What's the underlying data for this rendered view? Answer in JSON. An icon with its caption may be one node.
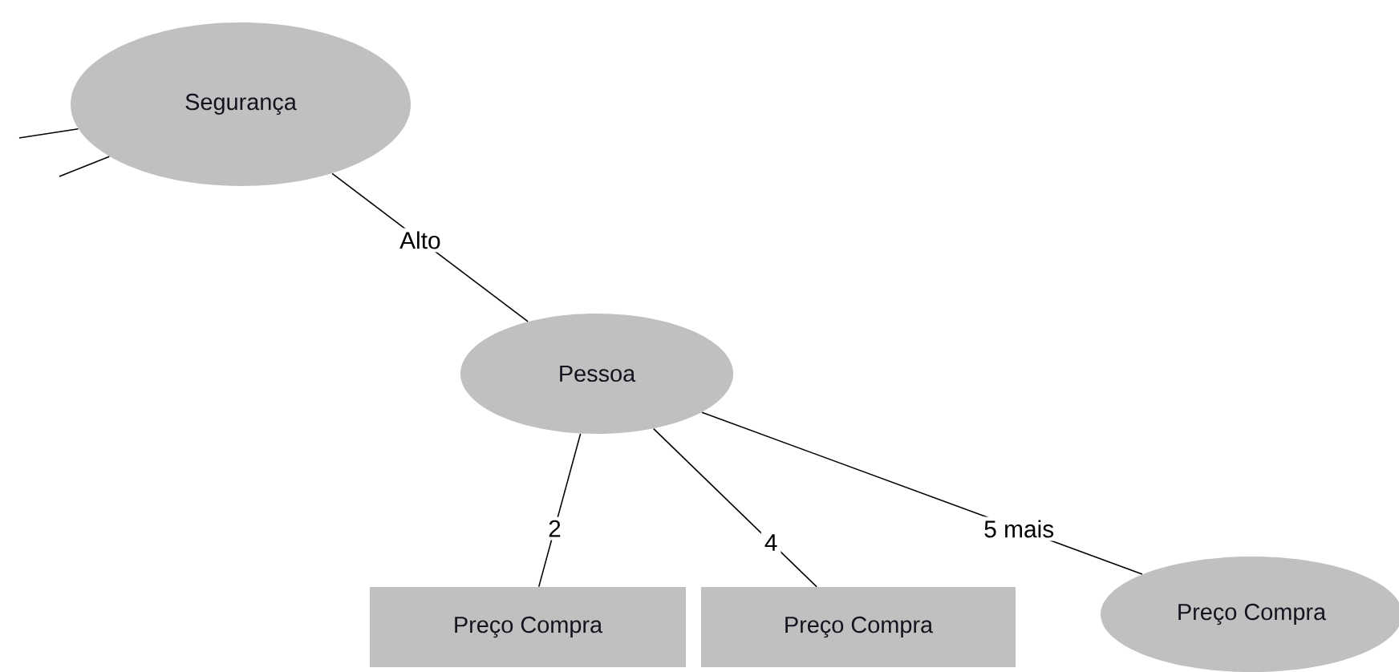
{
  "diagram": {
    "nodes": [
      {
        "text": [
          "Segurança"
        ]
      },
      {
        "text": [
          "Pessoa"
        ]
      },
      {
        "text": [
          "Preço Compra"
        ]
      },
      {
        "text": [
          "Preço Compra"
        ]
      },
      {
        "text": [
          "Preço Compra"
        ]
      }
    ],
    "edges": [
      {
        "from": 0,
        "to": 1,
        "arrow": "none",
        "label": "Alto"
      },
      {
        "from": 1,
        "to": 2,
        "arrow": "none",
        "label": "2"
      },
      {
        "from": 1,
        "to": 3,
        "arrow": "none",
        "label": "4"
      },
      {
        "from": 1,
        "to": 4,
        "arrow": "none",
        "label": "5 mais"
      },
      {
        "from": null,
        "to": 0,
        "arrow": "none"
      },
      {
        "from": null,
        "to": 0,
        "arrow": "none"
      }
    ]
  }
}
